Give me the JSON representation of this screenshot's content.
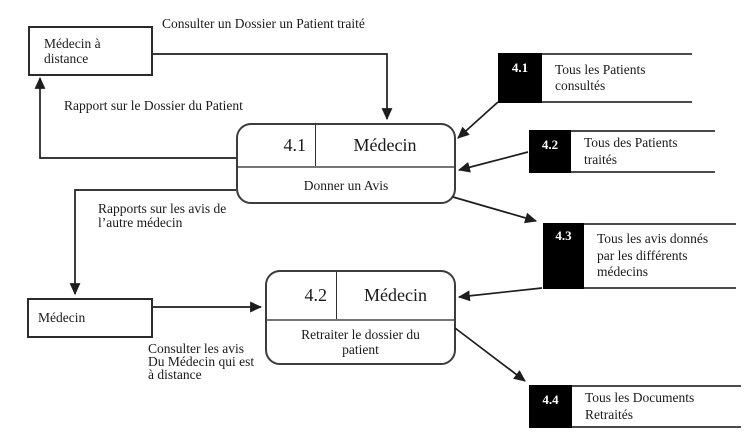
{
  "diagram": {
    "entities": {
      "remote_doctor": {
        "label": "Médecin à\ndistance"
      },
      "doctor": {
        "label": "Médecin"
      }
    },
    "processes": {
      "p41": {
        "number": "4.1",
        "title": "Médecin",
        "description": "Donner un Avis"
      },
      "p42": {
        "number": "4.2",
        "title": "Médecin",
        "description": "Retraiter le dossier du\npatient"
      }
    },
    "datastores": {
      "d41": {
        "number": "4.1",
        "label": "Tous les Patients\nconsultés"
      },
      "d42": {
        "number": "4.2",
        "label": "Tous des Patients\ntraités"
      },
      "d43": {
        "number": "4.3",
        "label": "Tous les avis donnés\npar les différents\nmédecins"
      },
      "d44": {
        "number": "4.4",
        "label": "Tous les Documents\nRetraités"
      }
    },
    "flow_labels": {
      "consult_dossier": "Consulter un Dossier un Patient traité",
      "rapport_dossier": "Rapport sur le Dossier du Patient",
      "rapports_avis": "Rapports sur les avis de\nl’autre médecin",
      "consulter_avis": "Consulter les avis\nDu Médecin qui est\nà distance"
    },
    "colors": {
      "line": "#1d1d1d",
      "store_fill": "#000000",
      "store_number_text": "#ffffff",
      "background": "#ffffff"
    }
  }
}
